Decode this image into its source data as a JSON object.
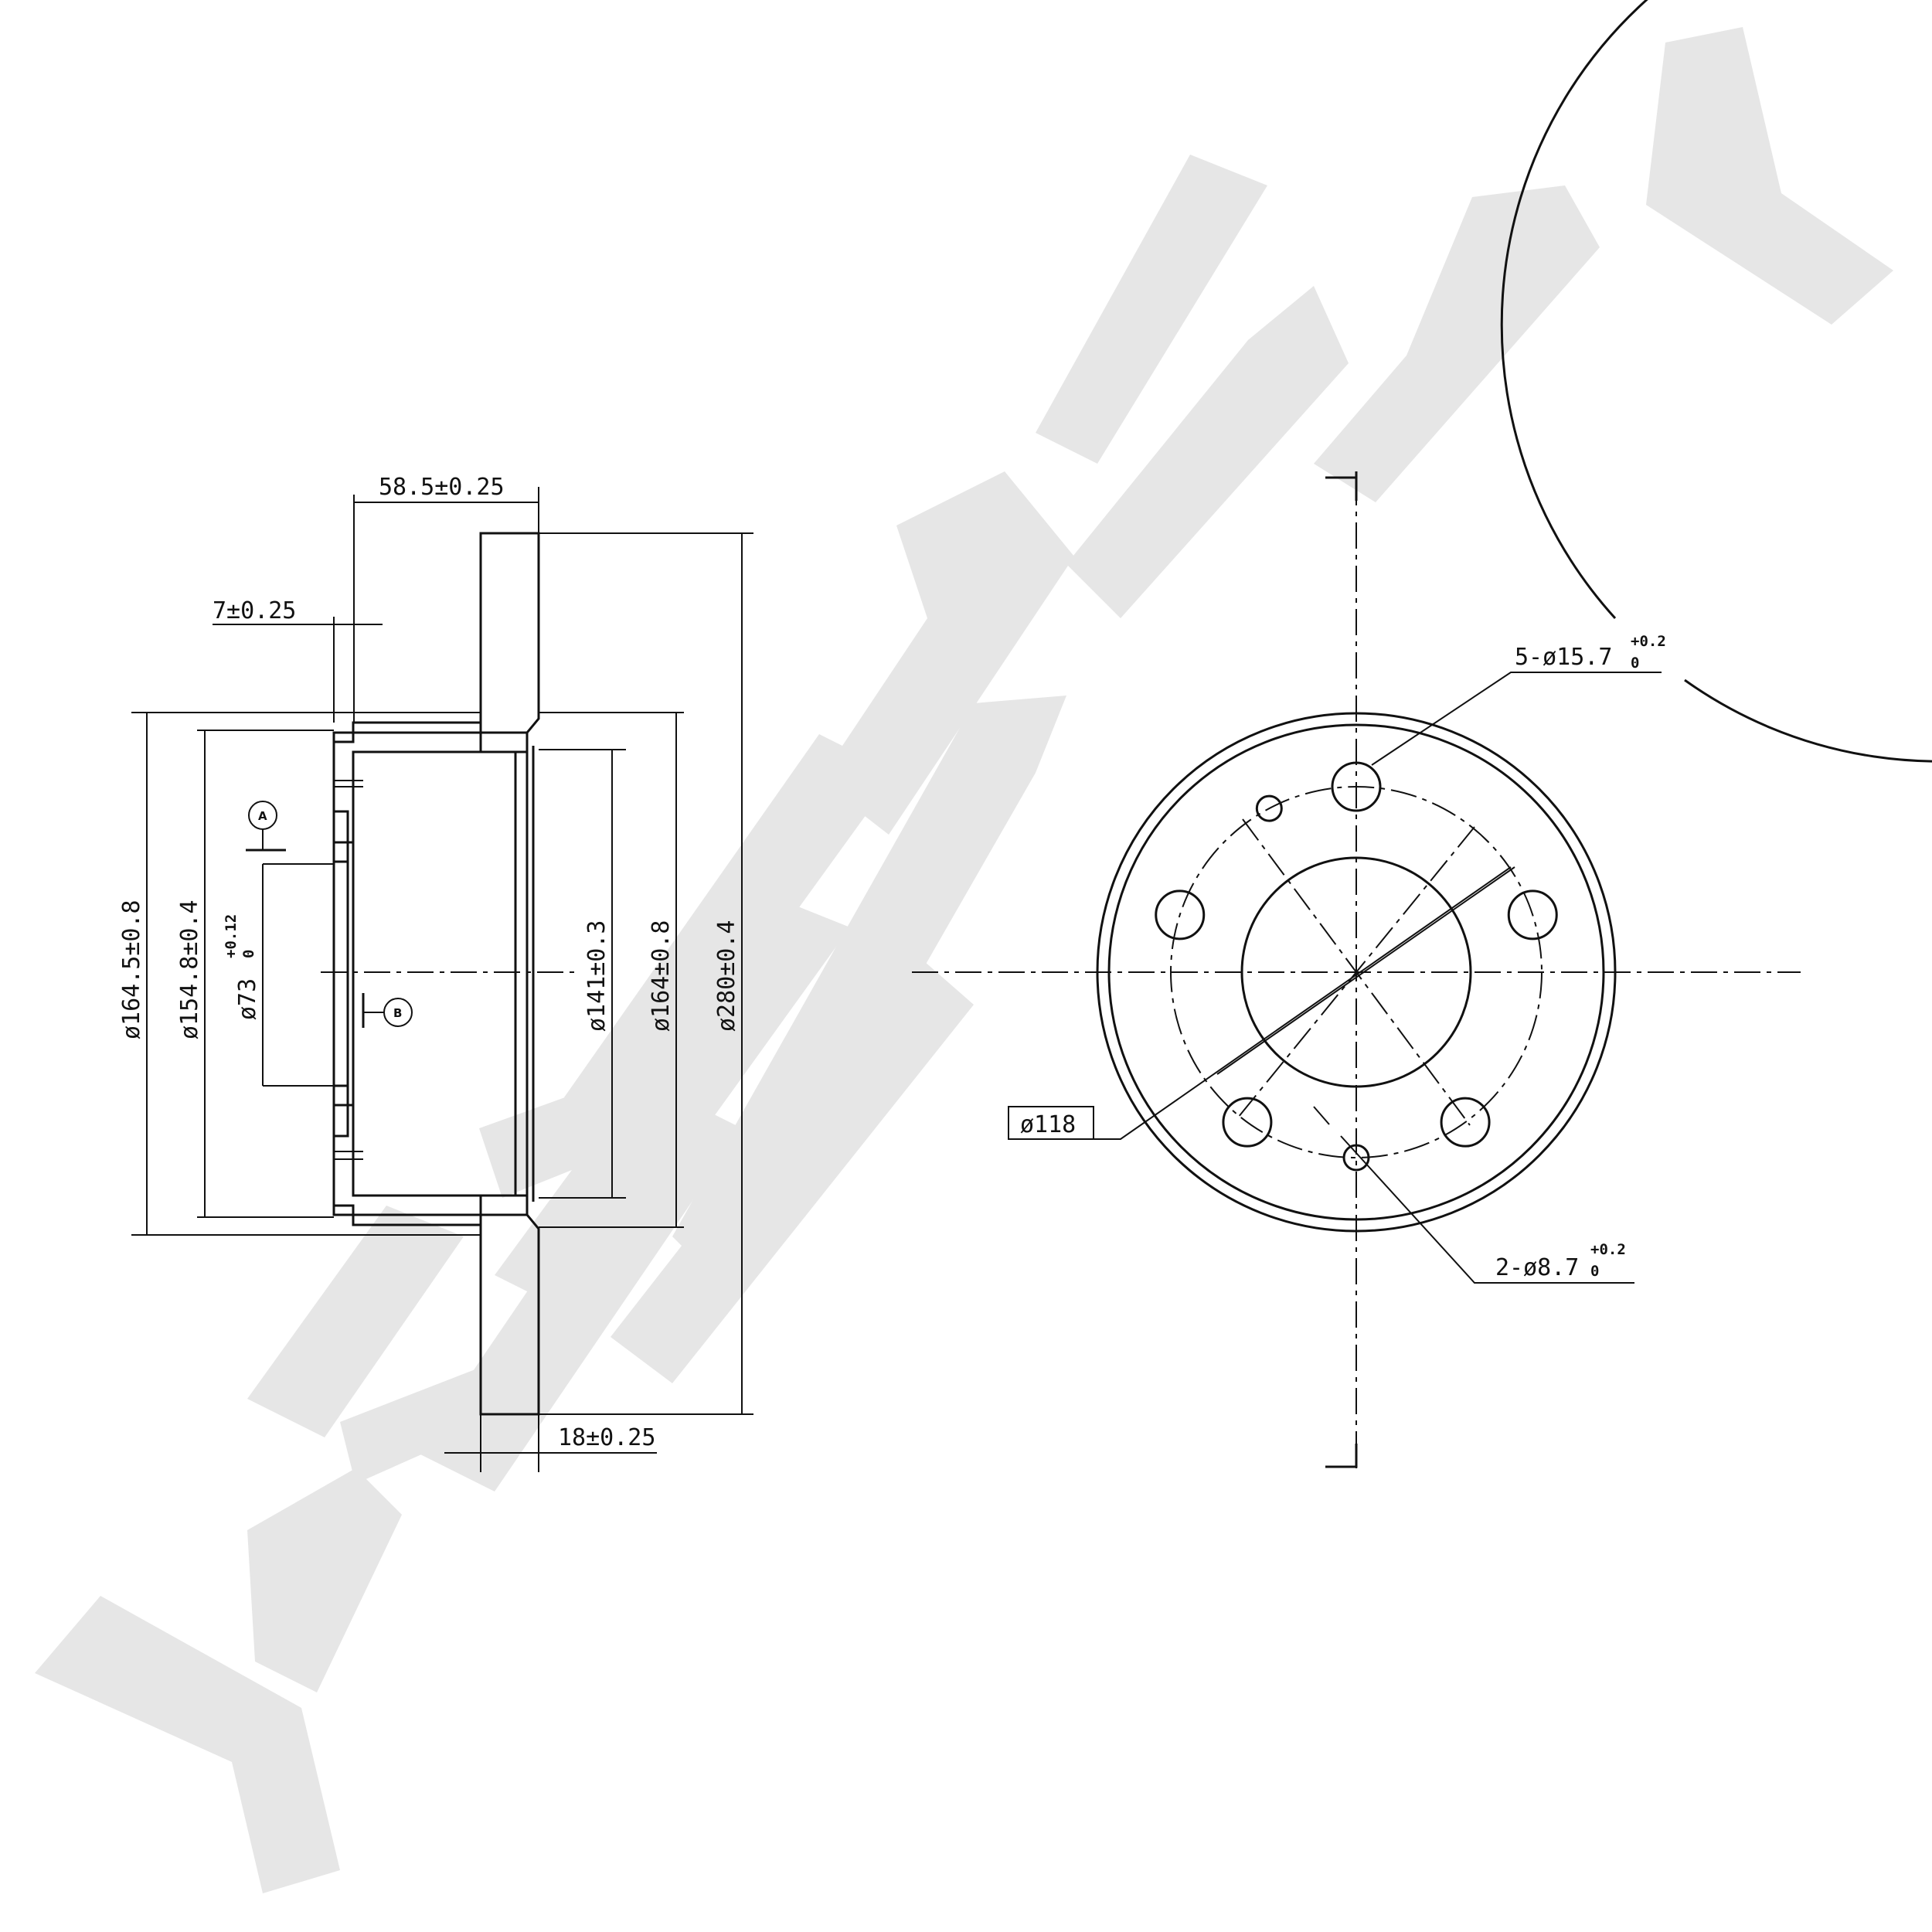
{
  "watermark": {
    "brand": "ZENTEK",
    "color": "#e6e6e6"
  },
  "section_view": {
    "dims": {
      "offset_width": "58.5±0.25",
      "flange_thickness": "7±0.25",
      "diam_164_5": "ø164.5±0.8",
      "diam_154_8": "ø154.8±0.4",
      "center_bore": "ø73",
      "center_bore_tol_upper": "+0.12",
      "center_bore_tol_lower": "0",
      "diam_141": "ø141±0.3",
      "diam_164": "ø164±0.8",
      "diam_280": "ø280±0.4",
      "disc_thickness": "18±0.25"
    },
    "datum_a": "A",
    "datum_b": "B"
  },
  "front_view": {
    "bolt_holes": {
      "label": "5-ø15.7",
      "tol_upper": "+0.2",
      "tol_lower": "0",
      "count": 5
    },
    "pin_holes": {
      "label": "2-ø8.7",
      "tol_upper": "+0.2",
      "tol_lower": "0",
      "count": 2
    },
    "pcd": "ø118"
  }
}
